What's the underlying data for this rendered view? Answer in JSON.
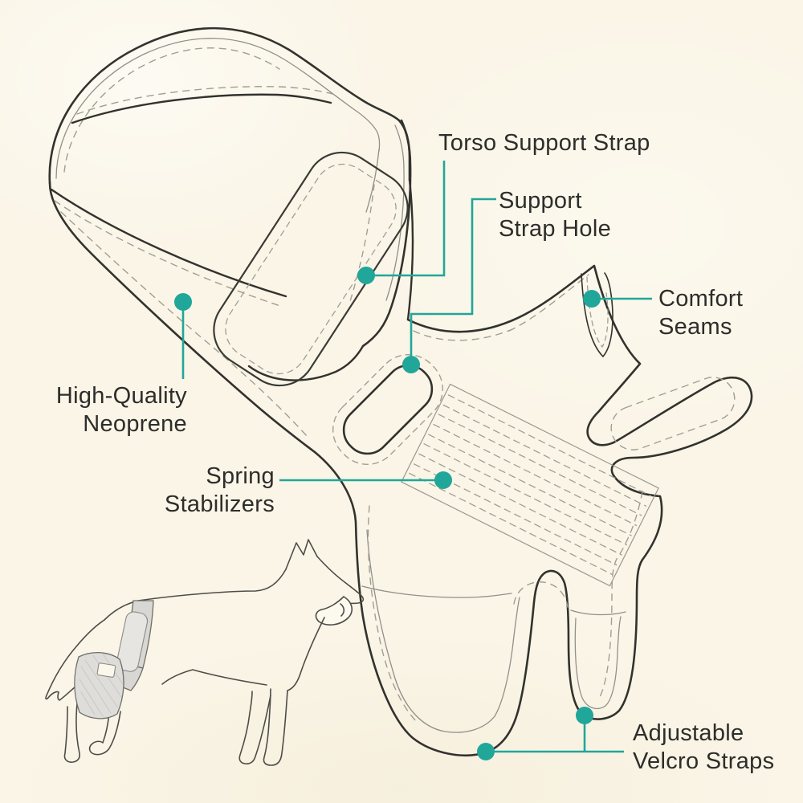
{
  "colors": {
    "background": "#faf5e7",
    "accent_teal": "#21a69a",
    "line_dark": "#32322e",
    "line_gray": "#90908a",
    "dash_gray": "#a09e94",
    "text": "#2d2d2b",
    "dog_brace_fill": "#d8d7d3",
    "dog_brace_pad_fill": "#e6e5e1"
  },
  "callouts": [
    {
      "id": "torso-support-strap",
      "label_lines": [
        "Torso Support Strap"
      ]
    },
    {
      "id": "support-strap-hole",
      "label_lines": [
        "Support",
        "Strap Hole"
      ]
    },
    {
      "id": "comfort-seams",
      "label_lines": [
        "Comfort",
        "Seams"
      ]
    },
    {
      "id": "high-quality-neoprene",
      "label_lines": [
        "High-Quality",
        "Neoprene"
      ]
    },
    {
      "id": "spring-stabilizers",
      "label_lines": [
        "Spring",
        "Stabilizers"
      ]
    },
    {
      "id": "adjustable-velcro-straps",
      "label_lines": [
        "Adjustable",
        "Velcro Straps"
      ]
    }
  ]
}
